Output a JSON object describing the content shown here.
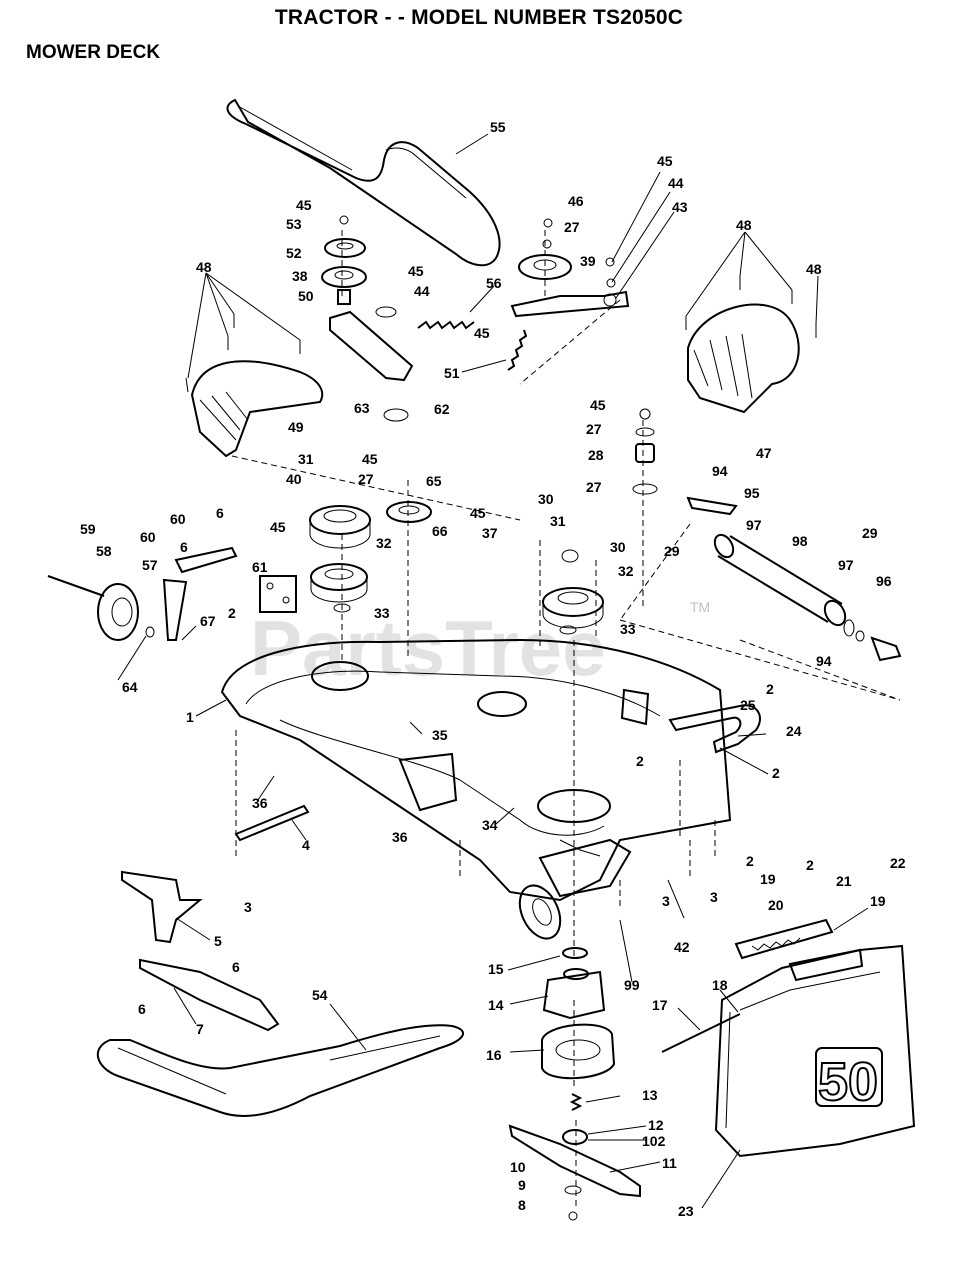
{
  "header": {
    "title": "TRACTOR - - MODEL NUMBER TS2050C",
    "subtitle": "MOWER DECK"
  },
  "watermark": {
    "text": "PartsTree",
    "tm": "TM"
  },
  "deck_badge": "50",
  "callouts": [
    "55",
    "45",
    "53",
    "52",
    "38",
    "50",
    "48",
    "49",
    "63",
    "62",
    "45",
    "44",
    "56",
    "45",
    "51",
    "46",
    "27",
    "39",
    "45",
    "44",
    "43",
    "48",
    "48",
    "47",
    "45",
    "27",
    "28",
    "27",
    "94",
    "95",
    "97",
    "29",
    "98",
    "29",
    "97",
    "96",
    "31",
    "40",
    "45",
    "27",
    "65",
    "45",
    "66",
    "37",
    "32",
    "33",
    "30",
    "31",
    "30",
    "32",
    "33",
    "59",
    "58",
    "60",
    "6",
    "60",
    "6",
    "45",
    "61",
    "57",
    "67",
    "64",
    "2",
    "1",
    "35",
    "36",
    "4",
    "3",
    "36",
    "34",
    "2",
    "25",
    "24",
    "2",
    "2",
    "94",
    "3",
    "3",
    "42",
    "99",
    "2",
    "19",
    "2",
    "21",
    "19",
    "20",
    "22",
    "5",
    "6",
    "6",
    "7",
    "54",
    "15",
    "14",
    "16",
    "17",
    "18",
    "13",
    "12",
    "102",
    "11",
    "10",
    "9",
    "8",
    "23"
  ]
}
